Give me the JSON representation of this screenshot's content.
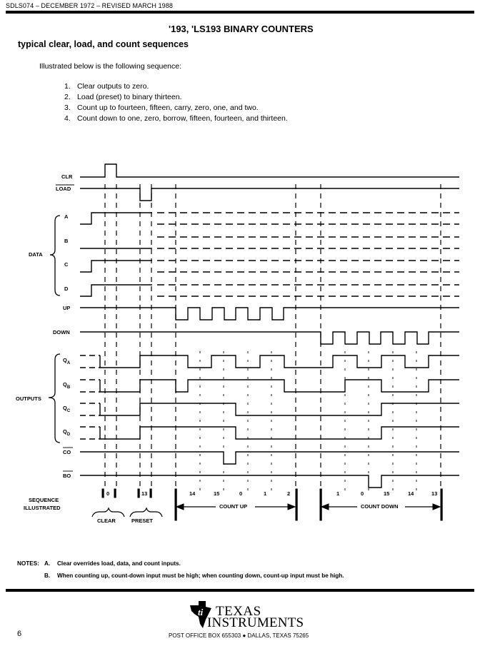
{
  "header": {
    "doc_code": "SDLS074 – DECEMBER 1972 – REVISED MARCH 1988",
    "title": "'193, 'LS193 BINARY COUNTERS"
  },
  "section": {
    "heading": "typical clear, load, and count sequences",
    "intro": "Illustrated below is the following sequence:",
    "steps": [
      {
        "num": "1.",
        "text": "Clear outputs to zero."
      },
      {
        "num": "2.",
        "text": "Load (preset) to binary thirteen."
      },
      {
        "num": "3.",
        "text": "Count up to fourteen, fifteen, carry, zero, one, and two."
      },
      {
        "num": "4.",
        "text": "Count down to one, zero, borrow, fifteen, fourteen, and thirteen."
      }
    ]
  },
  "diagram": {
    "signals": {
      "clr": "CLR",
      "load": "LOAD",
      "a": "A",
      "b": "B",
      "c": "C",
      "d": "D",
      "up": "UP",
      "down": "DOWN",
      "qa": "Q",
      "qa_sub": "A",
      "qb": "Q",
      "qb_sub": "B",
      "qc": "Q",
      "qc_sub": "C",
      "qd": "Q",
      "qd_sub": "D",
      "co": "CO",
      "bo": "BO"
    },
    "groups": {
      "data": "DATA",
      "outputs": "OUTPUTS"
    },
    "sequence_label_1": "SEQUENCE",
    "sequence_label_2": "ILLUSTRATED",
    "sequence_values": [
      "0",
      "13",
      "14",
      "15",
      "0",
      "1",
      "2",
      "1",
      "0",
      "15",
      "14",
      "13"
    ],
    "clear": "CLEAR",
    "preset": "PRESET",
    "count_up": "COUNT UP",
    "count_down": "COUNT DOWN"
  },
  "notes": {
    "label": "NOTES:",
    "a_letter": "A.",
    "a_text": "Clear overrides load, data, and count inputs.",
    "b_letter": "B.",
    "b_text": "When counting up, count-down input must be high; when counting down, count-up input must be high."
  },
  "footer": {
    "page_number": "6",
    "logo_line1": "TEXAS",
    "logo_line2": "INSTRUMENTS",
    "address": "POST OFFICE BOX 655303 ● DALLAS, TEXAS 75265"
  }
}
